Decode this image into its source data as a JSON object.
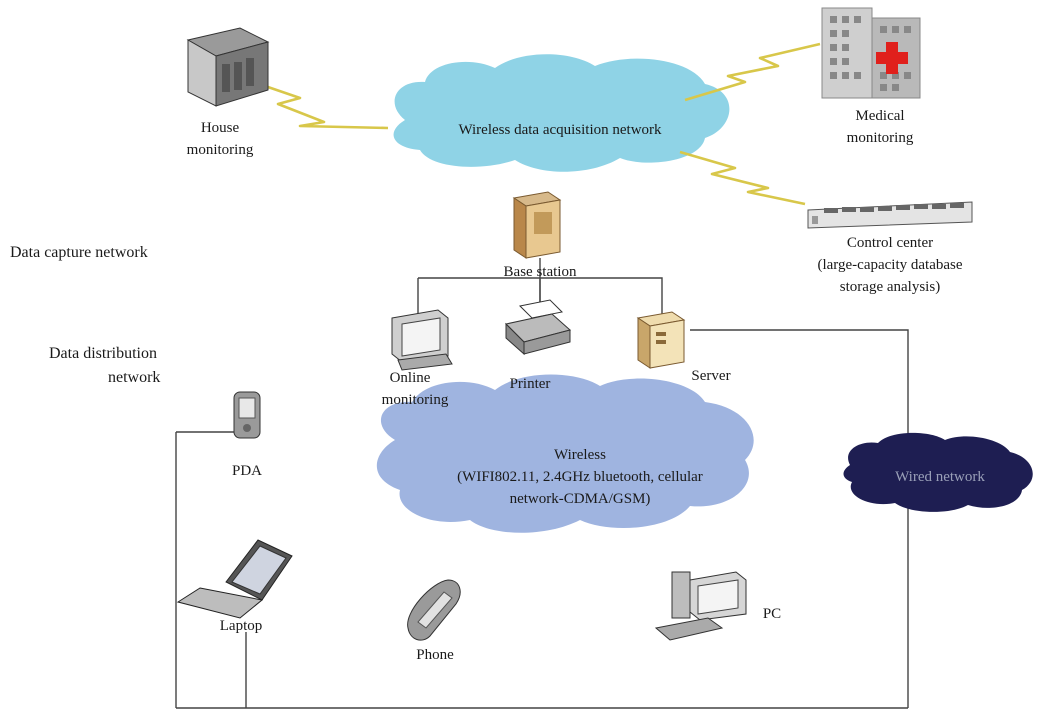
{
  "sections": {
    "capture": "Data capture network",
    "distribution_line1": "Data distribution",
    "distribution_line2": "network"
  },
  "clouds": {
    "acquisition": "Wireless data acquisition network",
    "wireless_line1": "Wireless",
    "wireless_line2": "(WIFI802.11, 2.4GHz bluetooth, cellular",
    "wireless_line3": "network-CDMA/GSM)",
    "wired": "Wired network"
  },
  "nodes": {
    "house_line1": "House",
    "house_line2": "monitoring",
    "medical_line1": "Medical",
    "medical_line2": "monitoring",
    "control_line1": "Control center",
    "control_line2": "(large-capacity database",
    "control_line3": "storage analysis)",
    "base_station": "Base station",
    "online_line1": "Online",
    "online_line2": "monitoring",
    "printer": "Printer",
    "server": "Server",
    "pda": "PDA",
    "laptop": "Laptop",
    "phone": "Phone",
    "pc": "PC"
  },
  "colors": {
    "acquisition_cloud": "#8fd3e6",
    "wireless_cloud": "#9fb4e0",
    "wired_cloud": "#1e1e52",
    "wire": "#444444",
    "zigzag": "#d8c74a"
  },
  "icons": {
    "house": "house-server-icon",
    "medical": "hospital-icon",
    "control": "control-center-rack-icon",
    "base_station": "base-station-icon",
    "online": "monitor-icon",
    "printer": "printer-icon",
    "server": "server-icon",
    "pda": "pda-icon",
    "laptop": "laptop-icon",
    "phone": "phone-icon",
    "pc": "pc-icon"
  }
}
